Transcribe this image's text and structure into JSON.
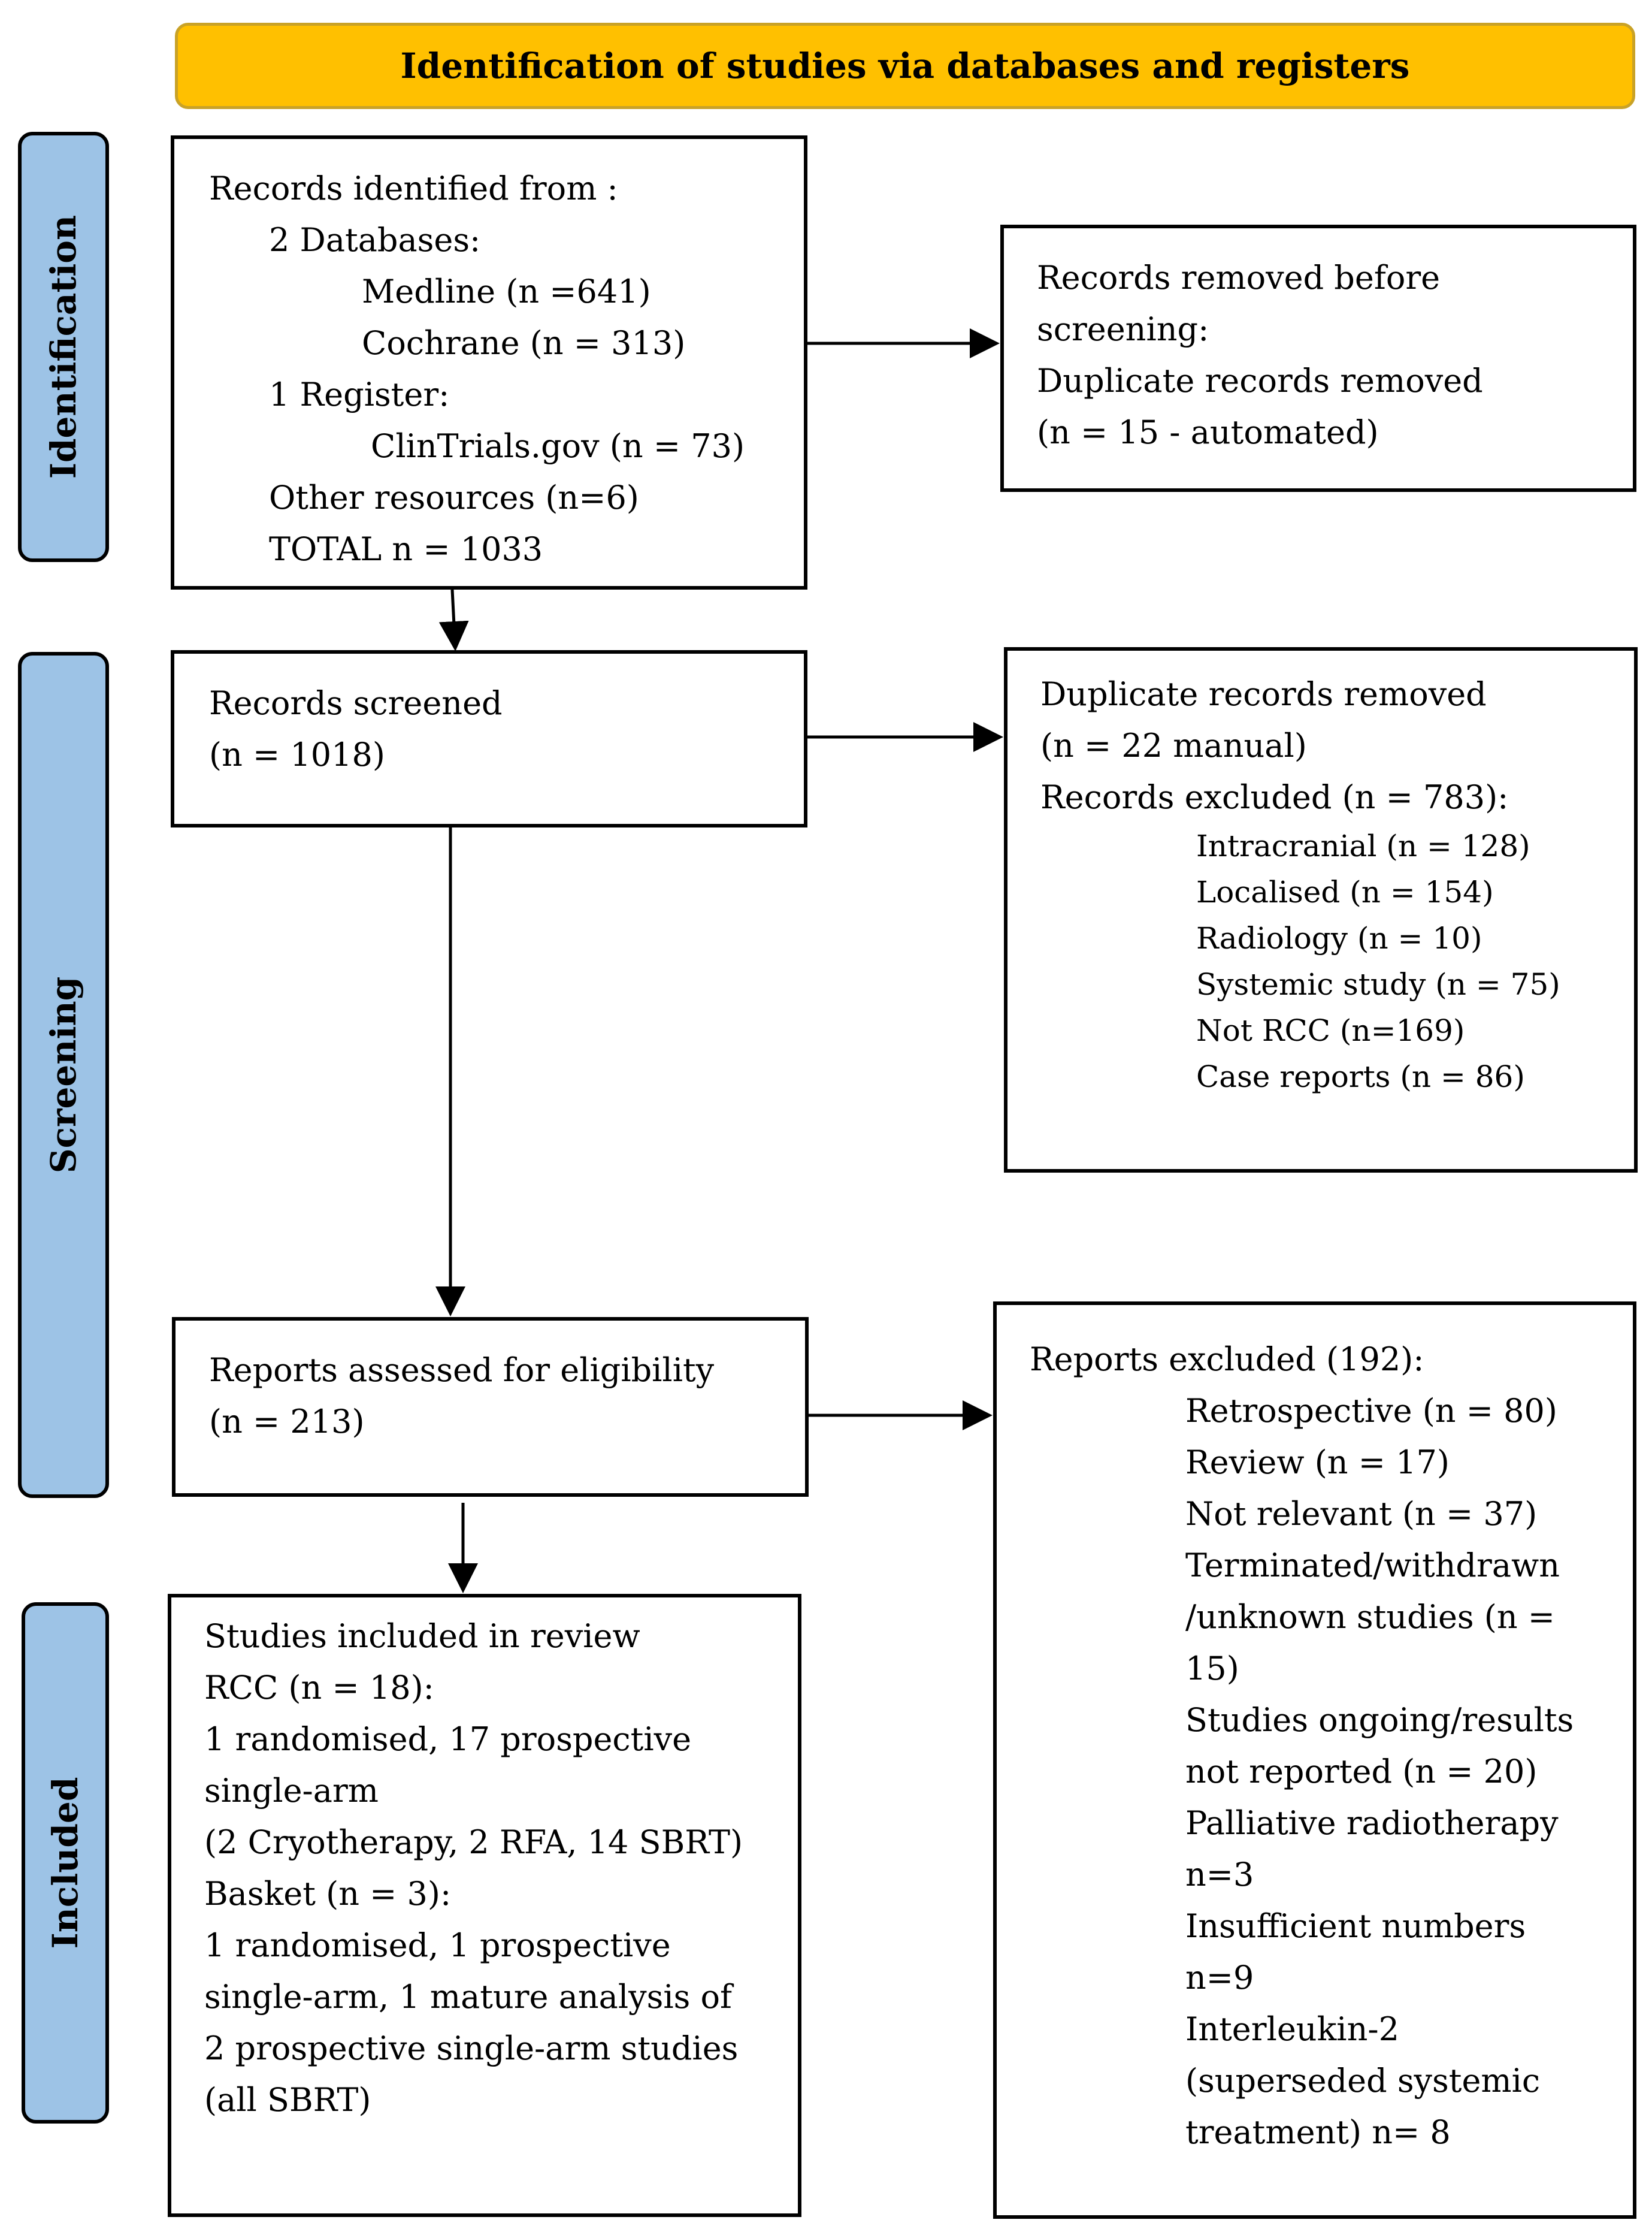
{
  "header": {
    "title": "Identification of studies via databases and registers"
  },
  "phases": {
    "identification": "Identification",
    "screening": "Screening",
    "included": "Included"
  },
  "identified": {
    "lines": [
      "Records identified from :",
      "2 Databases:",
      "Medline (n =641)",
      "Cochrane (n = 313)",
      "1 Register:",
      "ClinTrials.gov (n = 73)",
      "Other resources (n=6)",
      "TOTAL n = 1033"
    ]
  },
  "removed_before": {
    "lines": [
      "Records removed before",
      "screening:",
      "Duplicate records removed",
      "(n = 15 - automated)"
    ]
  },
  "screened": {
    "lines": [
      "Records screened",
      "(n = 1018)"
    ]
  },
  "screen_excluded": {
    "lines": [
      "Duplicate records removed",
      "(n = 22 manual)"
    ],
    "excluded_title": "Records excluded (n = 783):",
    "items": [
      "Intracranial (n = 128)",
      "Localised (n = 154)",
      "Radiology (n = 10)",
      "Systemic study (n = 75)",
      "Not RCC (n=169)",
      "Case reports (n = 86)"
    ]
  },
  "eligibility": {
    "lines": [
      "Reports assessed for eligibility",
      "(n = 213)"
    ]
  },
  "reports_excluded": {
    "title": "Reports excluded (192):",
    "bullet_glyph": "",
    "items": [
      {
        "lines": [
          "Retrospective (n = 80)"
        ]
      },
      {
        "lines": [
          "Review (n = 17)"
        ]
      },
      {
        "lines": [
          "Not relevant (n = 37)"
        ]
      },
      {
        "lines": [
          "Terminated/withdrawn",
          "/unknown studies (n =",
          "15)"
        ]
      },
      {
        "lines": [
          "Studies ongoing/results",
          "not reported (n = 20)"
        ]
      },
      {
        "lines": [
          "Palliative radiotherapy",
          "n=3"
        ]
      },
      {
        "lines": [
          "Insufficient numbers",
          "n=9"
        ]
      },
      {
        "lines": [
          "Interleukin-2",
          "(superseded systemic",
          "treatment) n= 8"
        ]
      }
    ]
  },
  "included": {
    "lines_a": [
      "Studies included in review",
      "RCC (n = 18):",
      "1 randomised, 17 prospective",
      "single-arm",
      "(2 Cryotherapy, 2 RFA, 14 SBRT)"
    ],
    "lines_b": [
      "Basket (n = 3):",
      "1 randomised, 1 prospective",
      "single-arm, 1 mature analysis of",
      "2 prospective single-arm studies",
      "(all SBRT)"
    ]
  }
}
